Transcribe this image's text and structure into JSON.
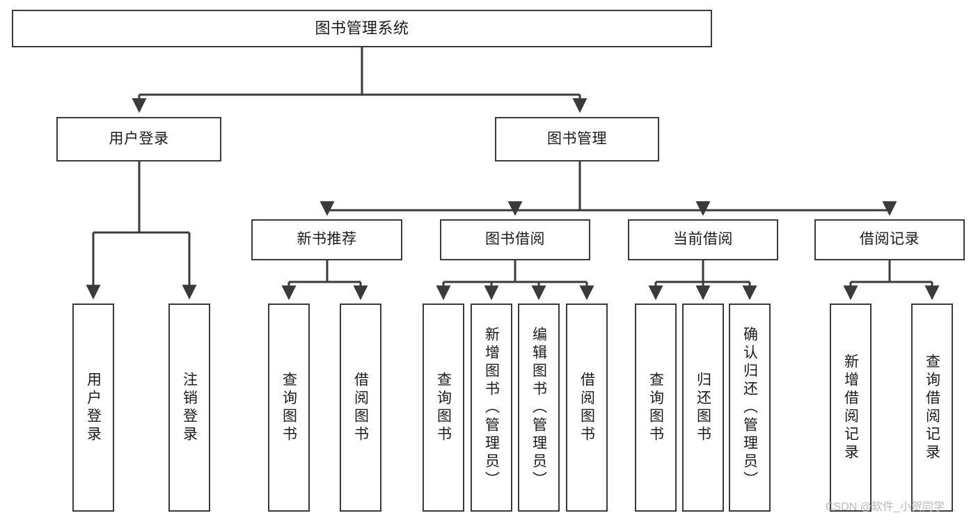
{
  "diagram": {
    "title": "图书管理系统",
    "type": "tree-hierarchy",
    "root": {
      "id": "root",
      "label": "图书管理系统"
    },
    "level1": [
      {
        "id": "user-login",
        "label": "用户登录"
      },
      {
        "id": "book-manage",
        "label": "图书管理"
      }
    ],
    "level2": [
      {
        "id": "new-book-rec",
        "label": "新书推荐",
        "parent": "book-manage"
      },
      {
        "id": "book-borrow",
        "label": "图书借阅",
        "parent": "book-manage"
      },
      {
        "id": "current-borrow",
        "label": "当前借阅",
        "parent": "book-manage"
      },
      {
        "id": "borrow-record",
        "label": "借阅记录",
        "parent": "book-manage"
      }
    ],
    "leaves": [
      {
        "id": "leaf-user-login",
        "label": "用户登录",
        "parent": "user-login"
      },
      {
        "id": "leaf-logout",
        "label": "注销登录",
        "parent": "user-login"
      },
      {
        "id": "leaf-query-book-1",
        "label": "查询图书",
        "parent": "new-book-rec"
      },
      {
        "id": "leaf-borrow-book-1",
        "label": "借阅图书",
        "parent": "new-book-rec"
      },
      {
        "id": "leaf-query-book-2",
        "label": "查询图书",
        "parent": "book-borrow"
      },
      {
        "id": "leaf-add-book",
        "label": "新增图书（管理员）",
        "parent": "book-borrow"
      },
      {
        "id": "leaf-edit-book",
        "label": "编辑图书（管理员）",
        "parent": "book-borrow"
      },
      {
        "id": "leaf-borrow-book-2",
        "label": "借阅图书",
        "parent": "book-borrow"
      },
      {
        "id": "leaf-query-book-3",
        "label": "查询图书",
        "parent": "current-borrow"
      },
      {
        "id": "leaf-return-book",
        "label": "归还图书",
        "parent": "current-borrow"
      },
      {
        "id": "leaf-confirm-return",
        "label": "确认归还（管理员）",
        "parent": "current-borrow"
      },
      {
        "id": "leaf-add-record",
        "label": "新增借阅记录",
        "parent": "borrow-record"
      },
      {
        "id": "leaf-query-record",
        "label": "查询借阅记录",
        "parent": "borrow-record"
      }
    ]
  },
  "watermark": {
    "text": "CSDN @软件_小贺同学"
  },
  "colors": {
    "stroke": "#3a3a3a",
    "text": "#1b1b1b",
    "background": "#ffffff",
    "watermark": "#b9b9b9"
  }
}
